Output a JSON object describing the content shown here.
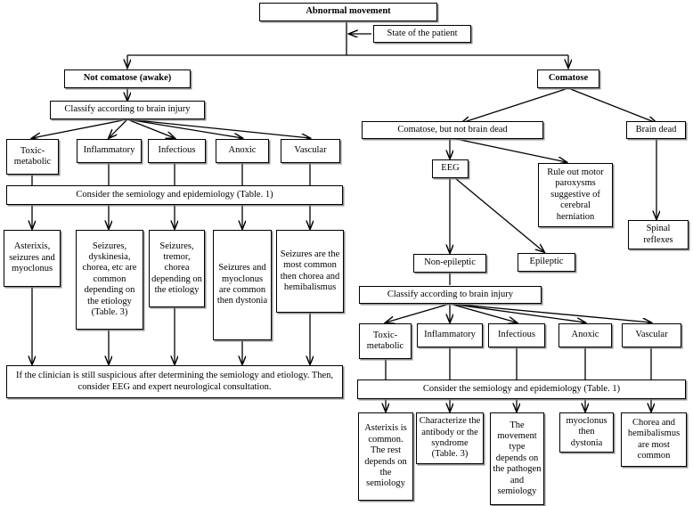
{
  "diagram": {
    "title": "Abnormal movement diagnostic algorithm flowchart",
    "type": "flowchart",
    "nodes": {
      "abnormal_movement": "Abnormal movement",
      "state_of_patient": "State of the patient",
      "not_comatose": "Not comatose (awake)",
      "comatose": "Comatose",
      "classify_left": "Classify according to brain injury",
      "comatose_not_brain_dead": "Comatose, but not brain dead",
      "brain_dead": "Brain dead",
      "eeg": "EEG",
      "rule_out_motor": "Rule out motor paroxysms suggestive of cerebral herniation",
      "spinal_reflexes": "Spinal reflexes",
      "non_epileptic": "Non-epileptic",
      "epileptic": "Epileptic",
      "classify_right": "Classify according to brain injury",
      "l_toxic_metabolic": "Toxic-metabolic",
      "l_inflammatory": "Inflammatory",
      "l_infectious": "Infectious",
      "l_anoxic": "Anoxic",
      "l_vascular": "Vascular",
      "consider_left": "Consider the semiology and epidemiology (Table. 1)",
      "l_out_toxic": "Asterixis, seizures and myoclonus",
      "l_out_inflam": "Seizures, dyskinesia, chorea, etc are common depending on the etiology (Table. 3)",
      "l_out_infect": "Seizures, tremor, chorea depending on the etiology",
      "l_out_anoxic": "Seizures and myoclonus are common then dystonia",
      "l_out_vascular": "Seizures are the most common then chorea and hemibalismus",
      "clinician_note": "If the clinician is still suspicious after determining the semiology and etiology. Then, consider EEG and expert neurological consultation.",
      "r_toxic_metabolic": "Toxic-metabolic",
      "r_inflammatory": "Inflammatory",
      "r_infectious": "Infectious",
      "r_anoxic": "Anoxic",
      "r_vascular": "Vascular",
      "consider_right": "Consider the semiology and epidemiology (Table. 1)",
      "r_out_toxic": "Asterixis is common. The rest depends on the semiology",
      "r_out_inflam": "Characterize the antibody or the syndrome (Table. 3)",
      "r_out_infect": "The movement type depends on the pathogen and semiology",
      "r_out_anoxic": "myoclonus then dystonia",
      "r_out_vascular": "Chorea and hemibalismus are most common"
    },
    "colors": {
      "background": "#ffffff",
      "border": "#000000",
      "text": "#000000",
      "shadow": "#7d7d7d"
    }
  }
}
